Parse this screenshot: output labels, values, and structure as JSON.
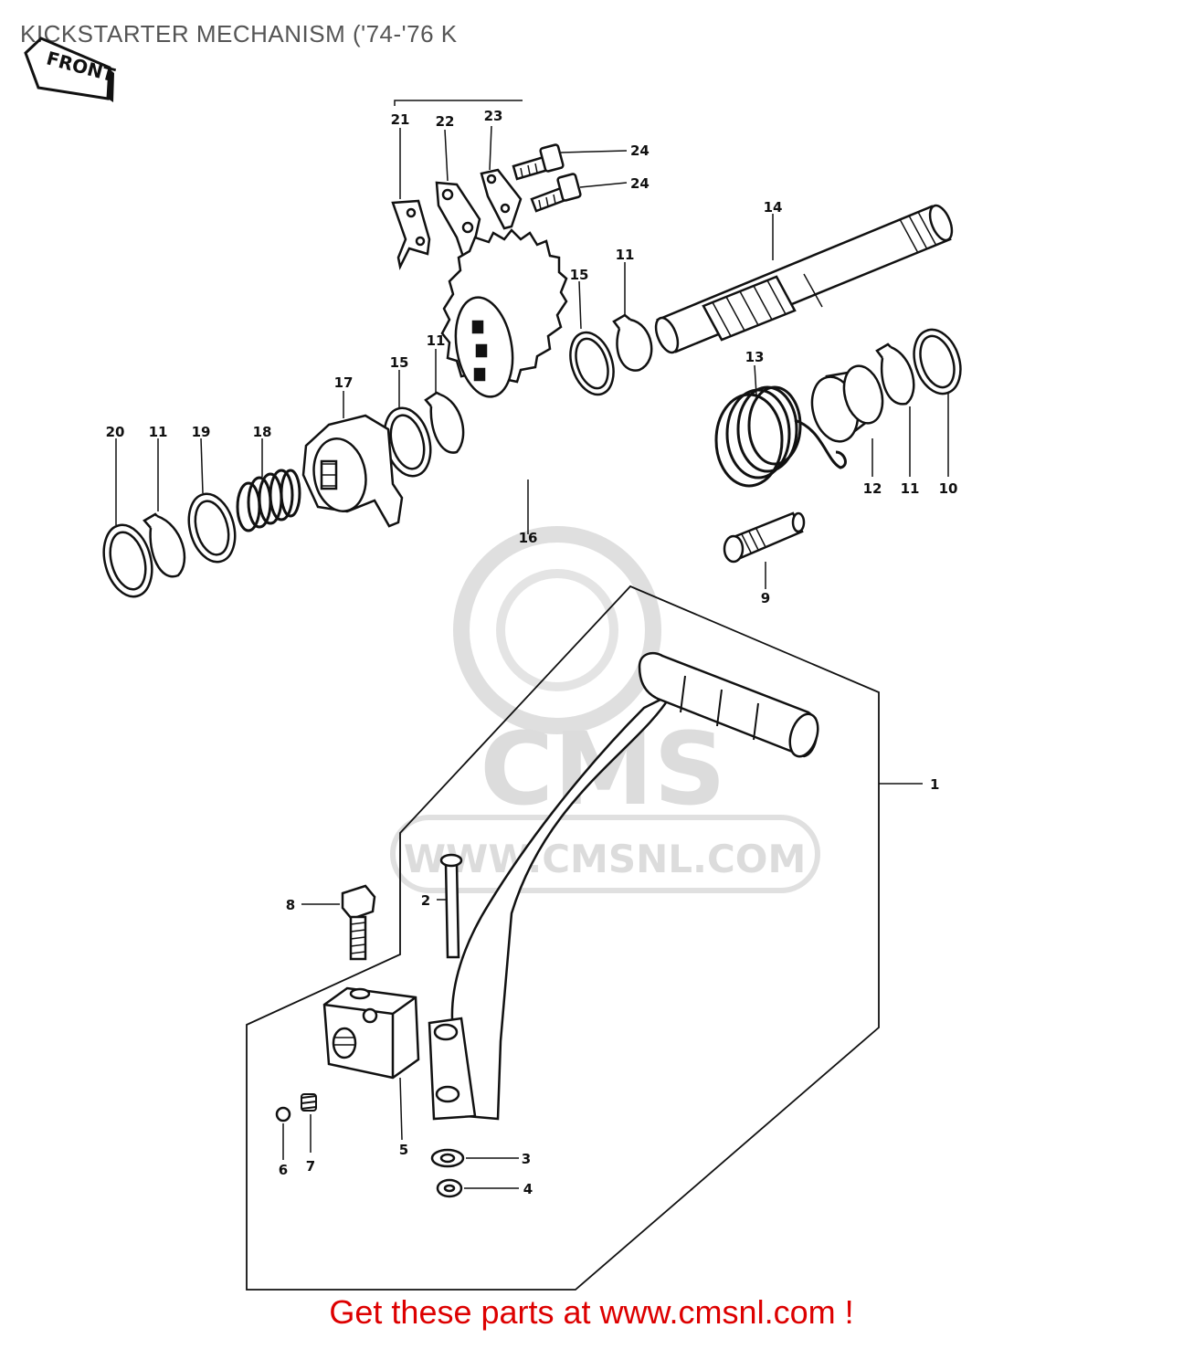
{
  "title": "KICKSTARTER MECHANISM ('74-'76 K",
  "footer": "Get these parts at www.cmsnl.com !",
  "front_tag": "FRONT",
  "watermark": {
    "brand": "CMS",
    "url": "WWW.CMSNL.COM"
  },
  "callouts": {
    "c1": "1",
    "c2": "2",
    "c3": "3",
    "c4": "4",
    "c5": "5",
    "c6": "6",
    "c7": "7",
    "c8": "8",
    "c9": "9",
    "c10": "10",
    "c11a": "11",
    "c11b": "11",
    "c11c": "11",
    "c11d": "11",
    "c12": "12",
    "c13": "13",
    "c14": "14",
    "c15a": "15",
    "c15b": "15",
    "c16": "16",
    "c17": "17",
    "c18": "18",
    "c19": "19",
    "c20": "20",
    "c21": "21",
    "c22": "22",
    "c23": "23",
    "c24a": "24",
    "c24b": "24"
  },
  "colors": {
    "line": "#111111",
    "footer": "#dd0000",
    "title": "#555555",
    "watermark": "#d9d9d9"
  }
}
